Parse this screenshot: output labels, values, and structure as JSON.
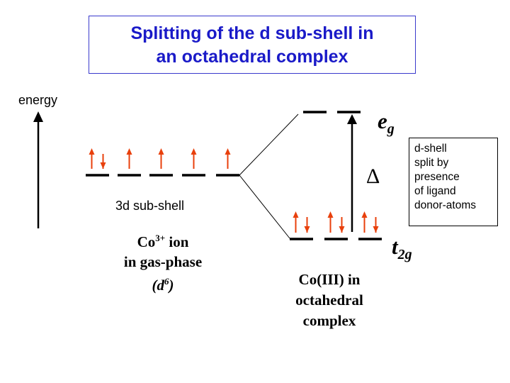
{
  "title": {
    "line1": "Splitting of the d sub-shell in",
    "line2": "an octahedral complex",
    "color": "#1a1ac8"
  },
  "axis": {
    "label": "energy"
  },
  "free_ion": {
    "shell_label": "3d sub-shell",
    "ion_base": "Co",
    "ion_charge": "3+",
    "ion_suffix": " ion",
    "phase": "in gas-phase",
    "config_open": "(d",
    "config_sup": "6",
    "config_close": ")",
    "orbitals": [
      {
        "spins": [
          "up",
          "down"
        ]
      },
      {
        "spins": [
          "up"
        ]
      },
      {
        "spins": [
          "up"
        ]
      },
      {
        "spins": [
          "up"
        ]
      },
      {
        "spins": [
          "up"
        ]
      }
    ]
  },
  "eg": {
    "label_main": "e",
    "label_sub": "g",
    "orbitals": [
      {
        "spins": []
      },
      {
        "spins": []
      }
    ]
  },
  "t2g": {
    "label_main": "t",
    "label_sub": "2g",
    "orbitals": [
      {
        "spins": [
          "up",
          "down"
        ]
      },
      {
        "spins": [
          "up",
          "down"
        ]
      },
      {
        "spins": [
          "up",
          "down"
        ]
      }
    ]
  },
  "splitting": {
    "symbol": "Δ"
  },
  "complex": {
    "line1": "Co(III) in",
    "line2": "octahedral",
    "line3": "complex"
  },
  "note": {
    "lines": [
      "d-shell",
      "split by",
      "presence",
      "of ligand",
      "donor-atoms"
    ]
  },
  "colors": {
    "electron": "#e8400c",
    "level": "#000000",
    "border": "#3a3acc"
  }
}
